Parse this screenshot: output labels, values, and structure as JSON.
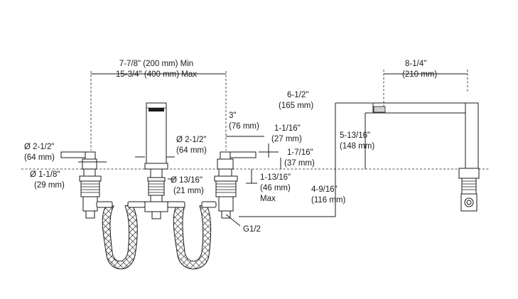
{
  "diagram": {
    "dimensions": {
      "handle_spacing": [
        "7-7/8\" (200 mm) Min",
        "15-3/4\" (400 mm) Max"
      ],
      "spout_reach": [
        "8-1/4\"",
        "(210 mm)"
      ],
      "spout_height": [
        "6-1/2\"",
        "(165 mm)"
      ],
      "spout_outlet_height": [
        "5-13/16\"",
        "(148 mm)"
      ],
      "deck_to_connection": [
        "4-9/16\"",
        "(116 mm)"
      ],
      "handle_height": [
        "3\"",
        "(76 mm)"
      ],
      "handle_top": [
        "1-1/16\"",
        "(27 mm)"
      ],
      "handle_lever": [
        "1-7/16\"",
        "(37 mm)"
      ],
      "max_deck_thickness": [
        "1-13/16\"",
        "(46 mm)",
        "Max"
      ],
      "handle_escutcheon_dia": [
        "Ø 2-1/2\"",
        "(64 mm)"
      ],
      "spout_escutcheon_dia": [
        "Ø 2-1/2\"",
        "(64 mm)"
      ],
      "shank_dia": [
        "Ø 1-1/8\"",
        "(29 mm)"
      ],
      "spout_shank_dia": [
        "Ø 13/16\"",
        "(21 mm)"
      ],
      "connection": "G1/2"
    }
  }
}
